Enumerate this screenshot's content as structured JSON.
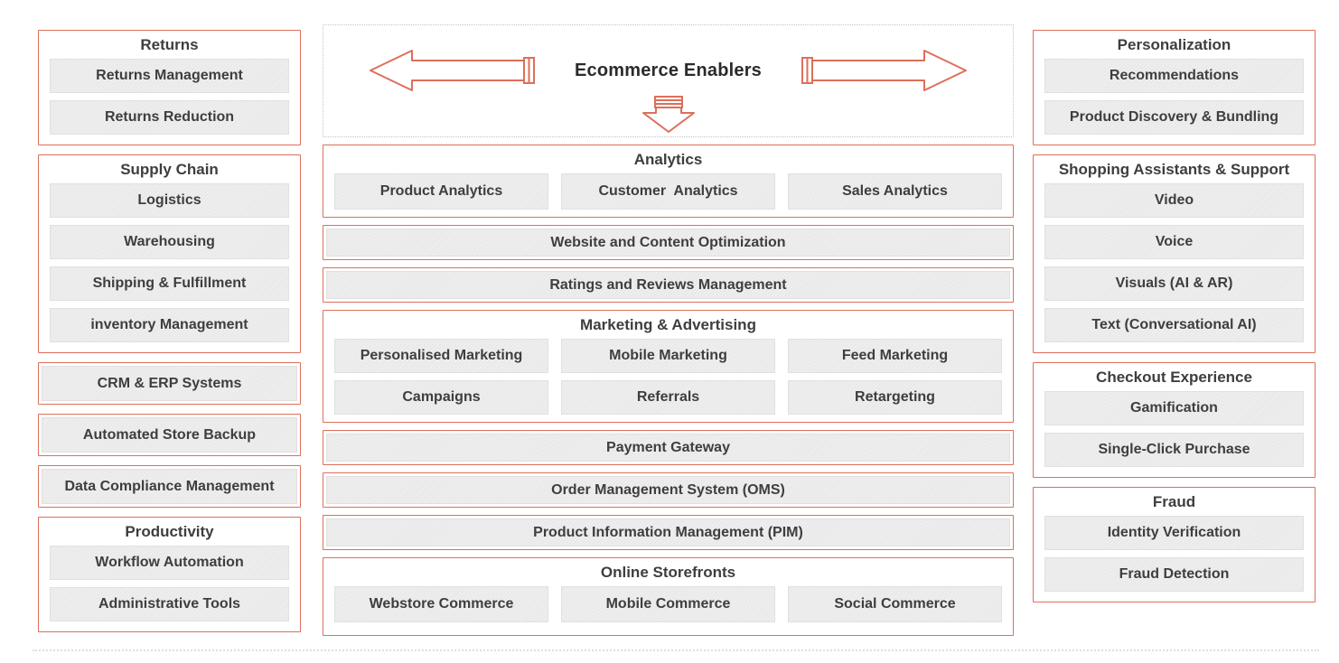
{
  "header": {
    "title": "Ecommerce Enablers",
    "icons": [
      "left-arrow-icon",
      "right-arrow-icon",
      "down-arrow-icon"
    ]
  },
  "colors": {
    "accent": "#dd6f5b",
    "box_fill": "#e9e9e9",
    "text": "#3e3e3e",
    "dotted_border": "#c4c4c4",
    "background": "#ffffff"
  },
  "left_column": {
    "sections": [
      {
        "title": "Returns",
        "items": [
          "Returns Management",
          "Returns Reduction"
        ]
      },
      {
        "title": "Supply Chain",
        "items": [
          "Logistics",
          "Warehousing",
          "Shipping & Fulfillment",
          "inventory Management"
        ]
      },
      {
        "items": [
          "CRM & ERP Systems"
        ]
      },
      {
        "items": [
          "Automated Store Backup"
        ]
      },
      {
        "items": [
          "Data Compliance Management"
        ]
      },
      {
        "title": "Productivity",
        "items": [
          "Workflow Automation",
          "Administrative Tools"
        ]
      }
    ]
  },
  "center_column": {
    "sections": [
      {
        "title": "Analytics",
        "items": [
          "Product Analytics",
          "Customer  Analytics",
          "Sales Analytics"
        ]
      },
      {
        "items": [
          "Website and Content Optimization"
        ]
      },
      {
        "items": [
          "Ratings and Reviews Management"
        ]
      },
      {
        "title": "Marketing & Advertising",
        "items": [
          "Personalised Marketing",
          "Mobile Marketing",
          "Feed Marketing",
          "Campaigns",
          "Referrals",
          "Retargeting"
        ]
      },
      {
        "items": [
          "Payment Gateway"
        ]
      },
      {
        "items": [
          "Order Management System (OMS)"
        ]
      },
      {
        "items": [
          "Product Information Management (PIM)"
        ]
      },
      {
        "title": "Online Storefronts",
        "items": [
          "Webstore Commerce",
          "Mobile Commerce",
          "Social Commerce"
        ]
      }
    ]
  },
  "right_column": {
    "sections": [
      {
        "title": "Personalization",
        "items": [
          "Recommendations",
          "Product Discovery & Bundling"
        ]
      },
      {
        "title": "Shopping Assistants & Support",
        "items": [
          "Video",
          "Voice",
          "Visuals (AI & AR)",
          "Text (Conversational AI)"
        ]
      },
      {
        "title": "Checkout Experience",
        "items": [
          "Gamification",
          "Single-Click Purchase"
        ]
      },
      {
        "title": "Fraud",
        "items": [
          "Identity Verification",
          "Fraud Detection"
        ]
      }
    ]
  }
}
